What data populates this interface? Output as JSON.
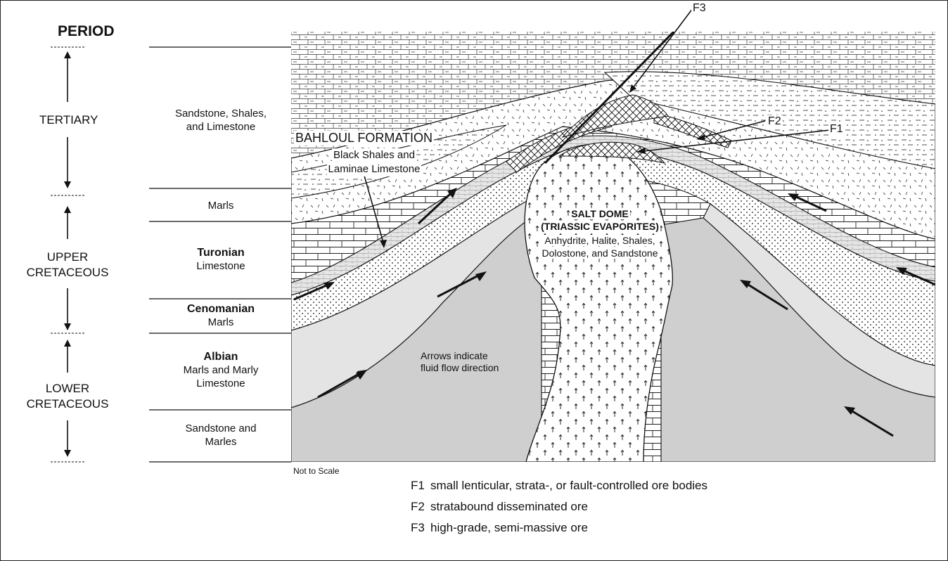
{
  "period_header": "PERIOD",
  "periods": {
    "tertiary": "TERTIARY",
    "upper_cretaceous": [
      "UPPER",
      "CRETACEOUS"
    ],
    "lower_cretaceous": [
      "LOWER",
      "CRETACEOUS"
    ]
  },
  "lithology": {
    "sandstone_shales_limestone": [
      "Sandstone, Shales,",
      "and Limestone"
    ],
    "marls_upper": "Marls",
    "turonian_name": "Turonian",
    "turonian_desc": "Limestone",
    "cenomanian_name": "Cenomanian",
    "cenomanian_desc": "Marls",
    "albian_name": "Albian",
    "albian_desc": [
      "Marls and Marly",
      "Limestone"
    ],
    "sandstone_marles": [
      "Sandstone and",
      "Marles"
    ]
  },
  "labels": {
    "bahloul_title": "BAHLOUL FORMATION",
    "bahloul_desc": [
      "Black Shales and",
      "Laminae Limestone"
    ],
    "salt_dome_title": [
      "SALT DOME",
      "(TRIASSIC EVAPORITES)"
    ],
    "salt_dome_desc": [
      "Anhydrite, Halite, Shales,",
      "Dolostone, and Sandstone"
    ],
    "arrows_note": [
      "Arrows indicate",
      "fluid flow direction"
    ],
    "f1": "F1",
    "f2": "F2",
    "f3": "F3",
    "scale_note": "Not to Scale"
  },
  "legend": [
    {
      "key": "F1",
      "text": "small lenticular, strata-, or fault-controlled ore bodies"
    },
    {
      "key": "F2",
      "text": "stratabound disseminated ore"
    },
    {
      "key": "F3",
      "text": "high-grade, semi-massive ore"
    }
  ]
}
